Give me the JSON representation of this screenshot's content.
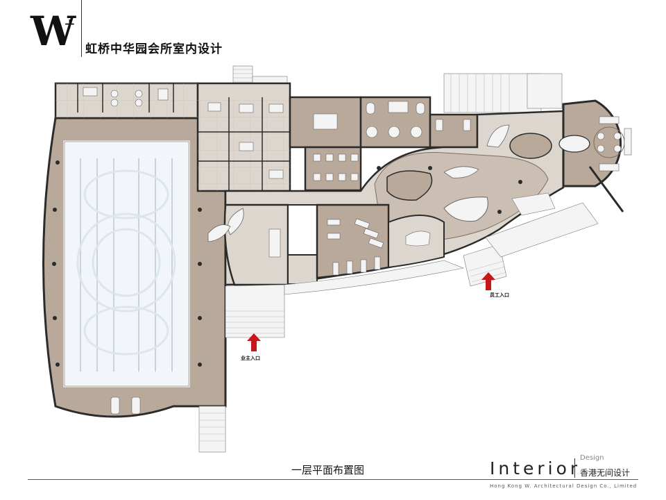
{
  "header": {
    "logo_letter": "W",
    "logo_plus": "+",
    "title": "虹桥中华园会所室内设计"
  },
  "plan": {
    "caption": "一层平面布置图",
    "entrances": {
      "owner": "业主入口",
      "staff": "员工入口"
    }
  },
  "brand": {
    "name": "Interior",
    "design_word": "Design",
    "chinese_name": "香港无间设计",
    "company": "Hong Kong W. Architectural Design Co., Limited"
  },
  "colors": {
    "wall": "#2b2b2b",
    "floor_taupe": "#b9a99b",
    "floor_light": "#ddd6ce",
    "pool_water": "#f2f6fa",
    "stair": "#f4f4f4",
    "arrow_red": "#c8161d"
  }
}
